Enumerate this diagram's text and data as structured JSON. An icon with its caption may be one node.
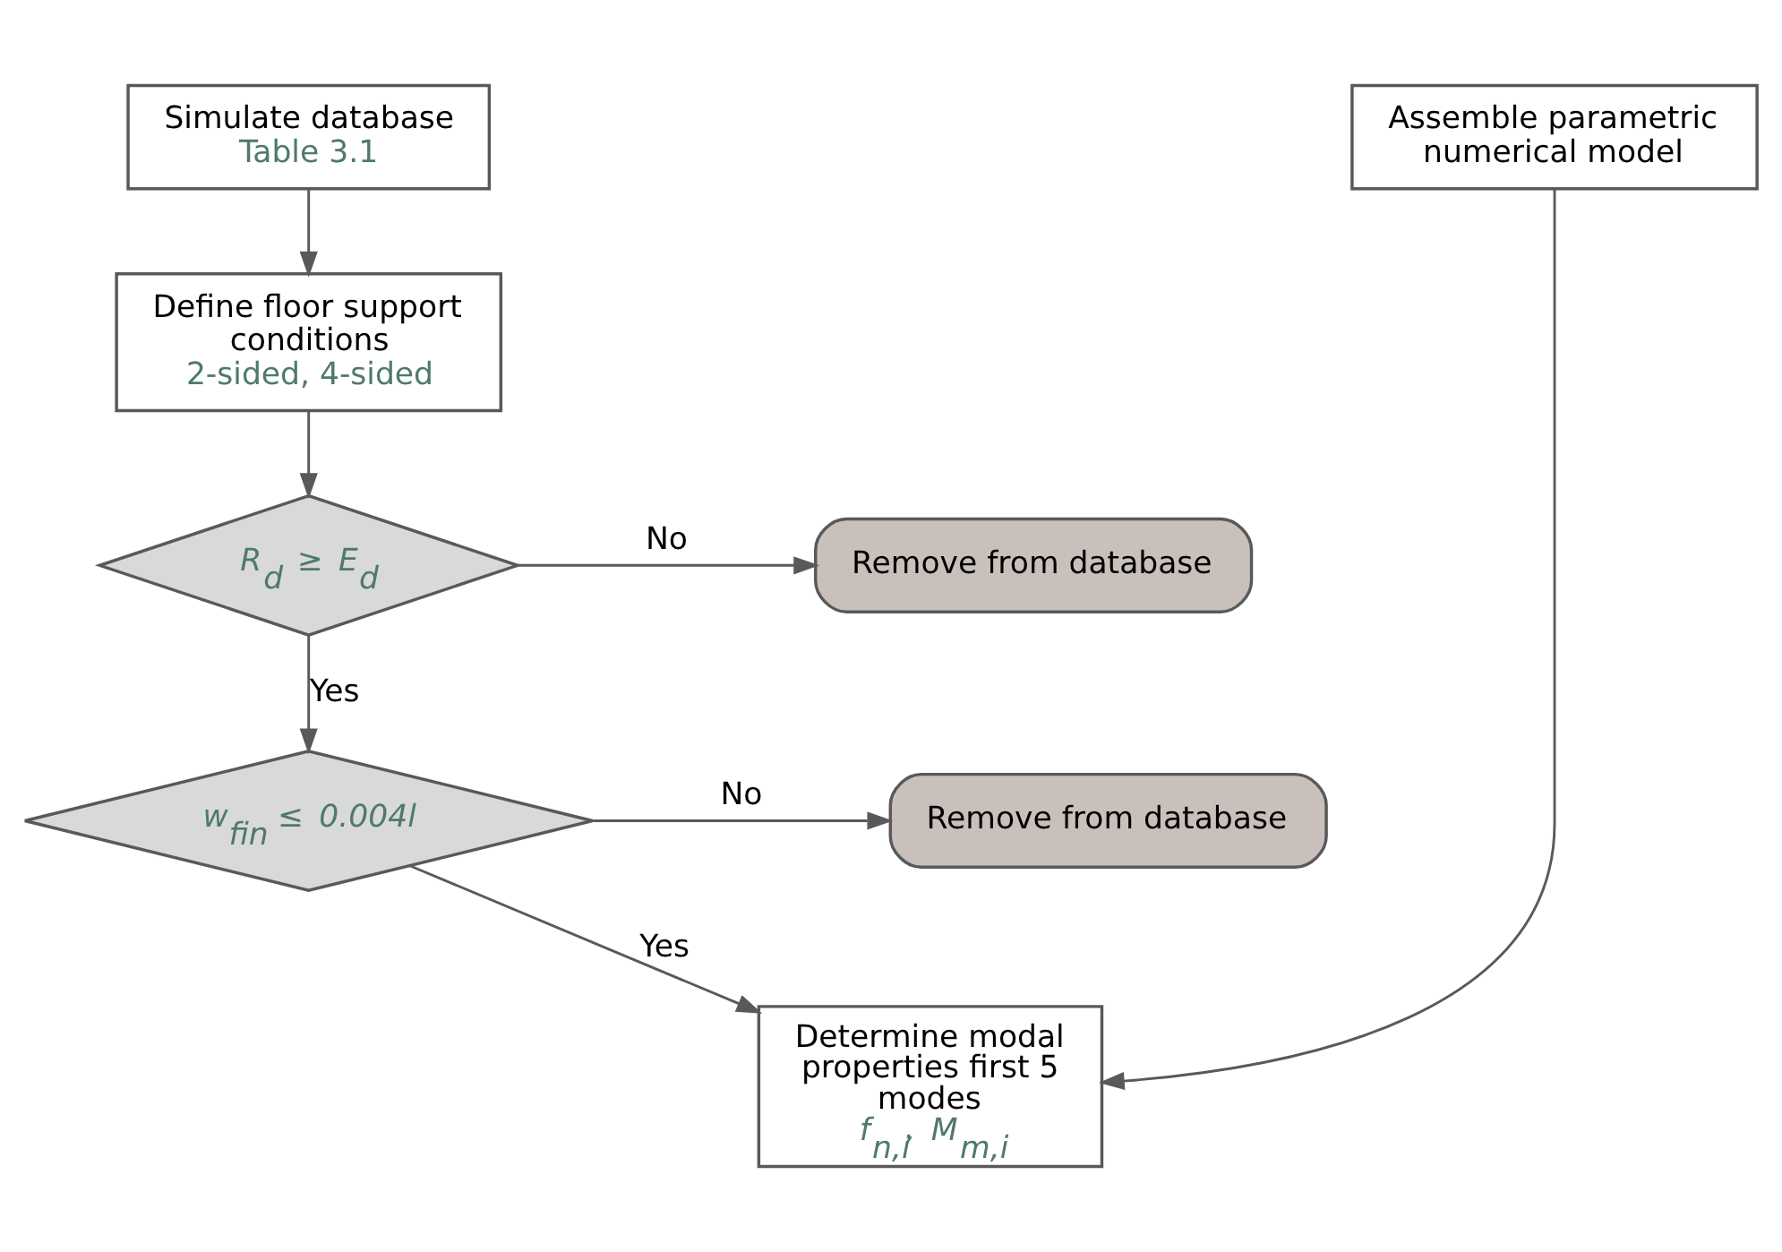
{
  "diagram": {
    "nodes": [
      {
        "text": [
          "Simulate database",
          "Table 3.1"
        ]
      },
      {
        "text": [
          "Assemble parametric numerical model"
        ]
      },
      {
        "text": [
          "Define floor support conditions",
          "2-sided, 4-sided"
        ]
      },
      {
        "text": [
          "R$_{d}$ ≥ E$_{d}$"
        ]
      },
      {
        "text": [
          "Remove from database"
        ]
      },
      {
        "text": [
          "w$_{fin}$ ≤ 0.004l"
        ]
      },
      {
        "text": [
          "Remove from database"
        ]
      },
      {
        "text": [
          "Determine modal properties first 5 modes",
          "f$_{n,i}$, M$_{m,i}$"
        ]
      }
    ],
    "edges": [
      {
        "from": 0,
        "to": 2,
        "arrow": "to"
      },
      {
        "from": 2,
        "to": 3,
        "arrow": "to"
      },
      {
        "from": 3,
        "to": 4,
        "arrow": "to",
        "label": "No"
      },
      {
        "from": 3,
        "to": 5,
        "arrow": "to",
        "label": "Yes"
      },
      {
        "from": 5,
        "to": 6,
        "arrow": "to",
        "label": "No"
      },
      {
        "from": 5,
        "to": 7,
        "arrow": "to",
        "label": "Yes"
      },
      {
        "from": 1,
        "to": 7,
        "arrow": "to"
      }
    ]
  }
}
